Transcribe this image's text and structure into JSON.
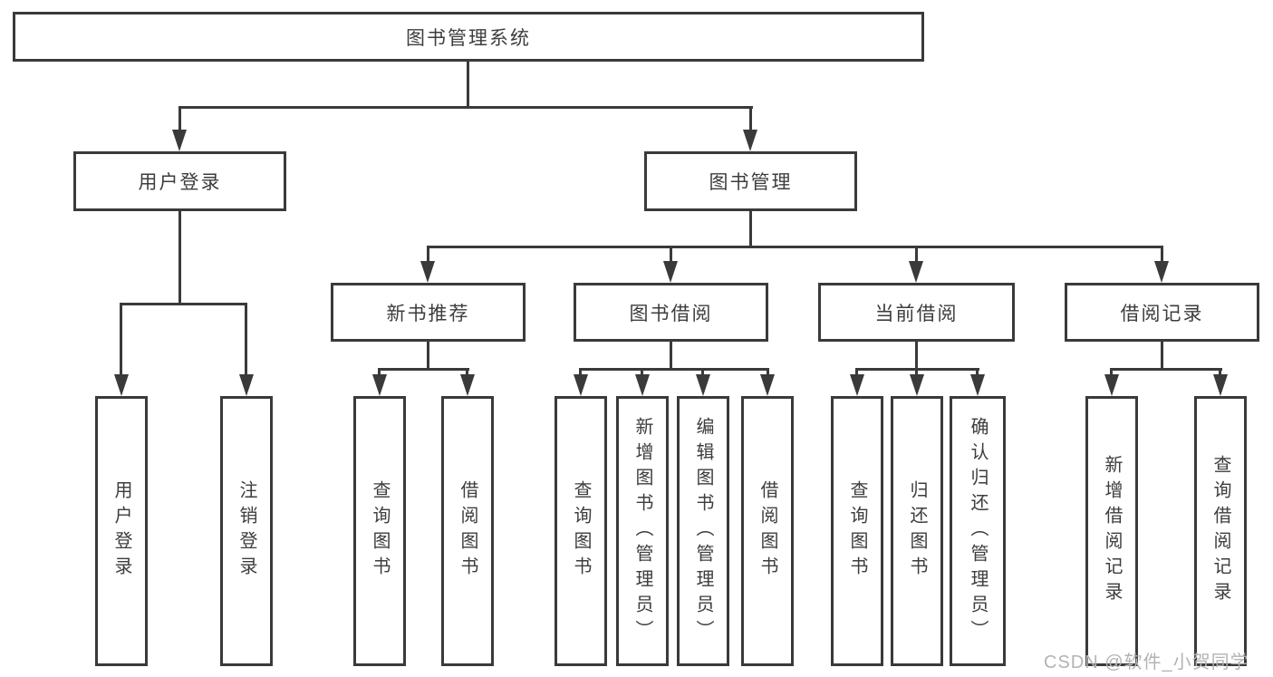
{
  "diagram": {
    "type": "tree",
    "title": "图书管理系统",
    "watermark": "CSDN @软件_小贺同学",
    "colors": {
      "line": "#3a3a3a",
      "box_border": "#3a3a3a",
      "text": "#3d3d3d",
      "watermark": "#b3b3b3",
      "background": "#ffffff"
    },
    "nodes": {
      "root": {
        "label": "图书管理系统"
      },
      "user_login": {
        "label": "用户登录"
      },
      "book_mgmt": {
        "label": "图书管理"
      },
      "ul_login": {
        "label": "用户登录"
      },
      "ul_logout": {
        "label": "注销登录"
      },
      "rec": {
        "label": "新书推荐"
      },
      "borrow": {
        "label": "图书借阅"
      },
      "current": {
        "label": "当前借阅"
      },
      "record": {
        "label": "借阅记录"
      },
      "rec_query": {
        "label": "查询图书"
      },
      "rec_borrow": {
        "label": "借阅图书"
      },
      "bb_query": {
        "label": "查询图书"
      },
      "bb_add": {
        "label": "新增图书（管理员）"
      },
      "bb_edit": {
        "label": "编辑图书（管理员）"
      },
      "bb_borrow": {
        "label": "借阅图书"
      },
      "cb_query": {
        "label": "查询图书"
      },
      "cb_return": {
        "label": "归还图书"
      },
      "cb_confirm": {
        "label": "确认归还（管理员）"
      },
      "br_add": {
        "label": "新增借阅记录"
      },
      "br_query": {
        "label": "查询借阅记录"
      }
    },
    "structure": {
      "图书管理系统": {
        "用户登录": [
          "用户登录",
          "注销登录"
        ],
        "图书管理": {
          "新书推荐": [
            "查询图书",
            "借阅图书"
          ],
          "图书借阅": [
            "查询图书",
            "新增图书（管理员）",
            "编辑图书（管理员）",
            "借阅图书"
          ],
          "当前借阅": [
            "查询图书",
            "归还图书",
            "确认归还（管理员）"
          ],
          "借阅记录": [
            "新增借阅记录",
            "查询借阅记录"
          ]
        }
      }
    }
  }
}
